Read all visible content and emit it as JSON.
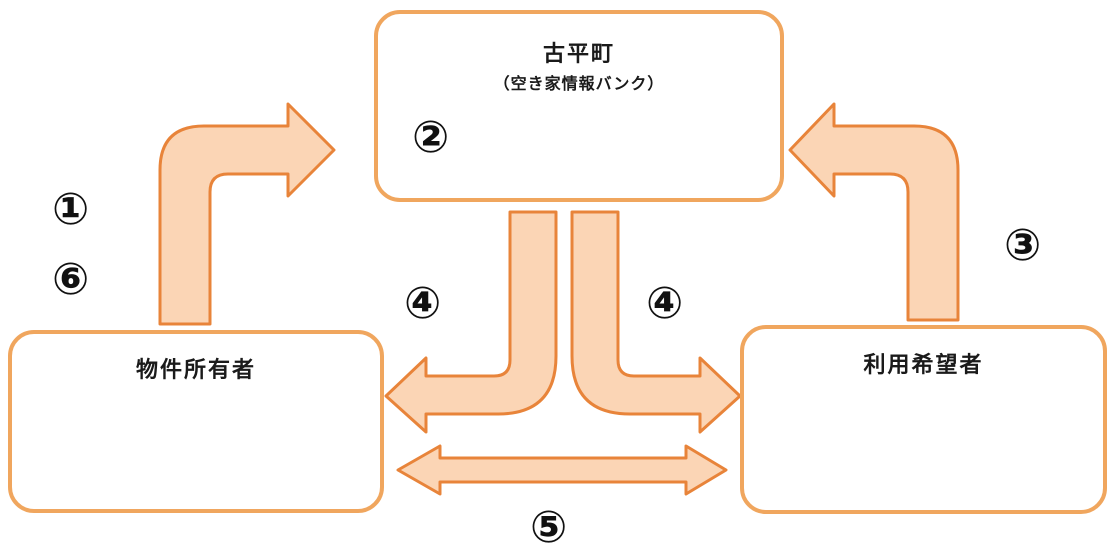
{
  "nodes": {
    "town": {
      "title": "古平町",
      "subtitle": "（空き家情報バンク）"
    },
    "owner": {
      "title": "物件所有者"
    },
    "user": {
      "title": "利用希望者"
    }
  },
  "steps": {
    "s1": "①",
    "s2": "②",
    "s3": "③",
    "s4_left": "④",
    "s4_right": "④",
    "s5": "⑤",
    "s6": "⑥"
  },
  "colors": {
    "arrow_fill": "#fbd5b5",
    "arrow_stroke": "#e8843a",
    "box_border": "#f0a65e"
  },
  "icons": {
    "building": "building-icon",
    "house": "house-icon",
    "people": "people-icon"
  }
}
